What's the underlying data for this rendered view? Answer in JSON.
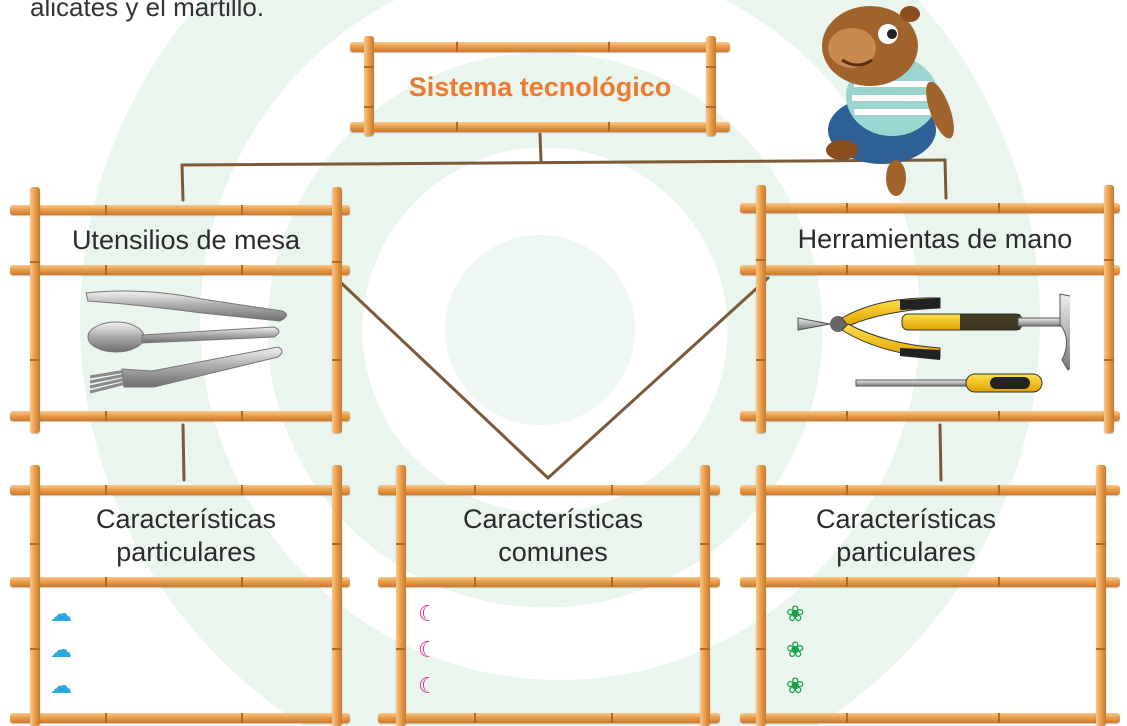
{
  "intro_text": "alicates y el martillo.",
  "title": "Sistema tecnológico",
  "categories": {
    "left": "Utensilios de mesa",
    "right": "Herramientas de mano"
  },
  "columns": [
    {
      "heading": [
        "Características",
        "particulares"
      ],
      "bullet_icon": "cloud-icon",
      "bullet_color": "#27a9e1",
      "bullet_glyph": "☁"
    },
    {
      "heading": [
        "Características",
        "comunes"
      ],
      "bullet_icon": "moon-icon",
      "bullet_color": "#e5198a",
      "bullet_glyph": "☾"
    },
    {
      "heading": [
        "Características",
        "particulares"
      ],
      "bullet_icon": "flower-icon",
      "bullet_color": "#1aa34a",
      "bullet_glyph": "❀"
    }
  ],
  "images": {
    "left": "cutlery (knife, spoon, fork)",
    "right": "pliers, hammer, screwdriver",
    "mascot": "cartoon capybara in striped shirt"
  }
}
